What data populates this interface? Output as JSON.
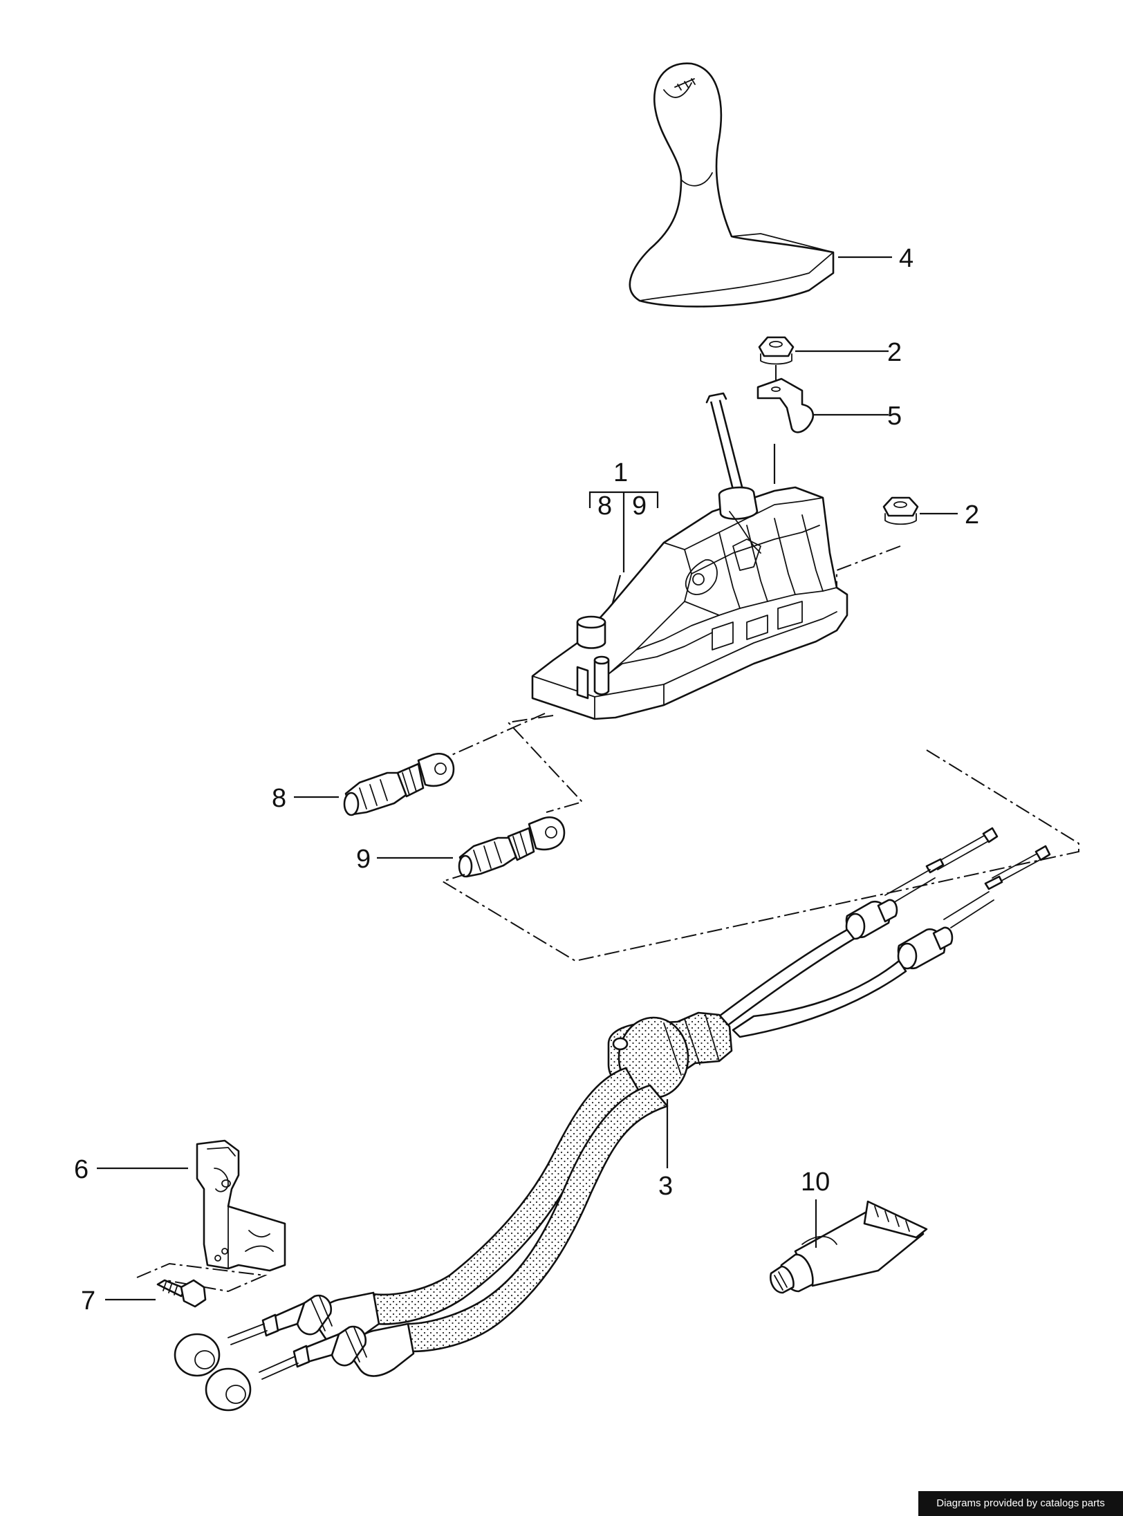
{
  "callouts": {
    "p1": "1",
    "p1_sub_a": "8",
    "p1_sub_b": "9",
    "p2a": "2",
    "p2b": "2",
    "p3": "3",
    "p4": "4",
    "p5": "5",
    "p6": "6",
    "p7": "7",
    "p8": "8",
    "p9": "9",
    "p10": "10"
  },
  "footer": {
    "credit": "Diagrams provided by catalogs parts"
  }
}
